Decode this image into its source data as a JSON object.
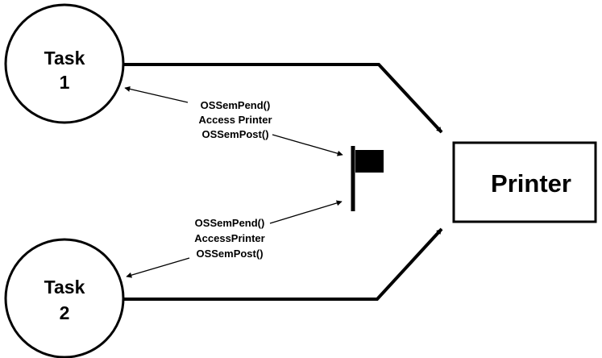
{
  "diagram": {
    "task1": {
      "line1": "Task",
      "line2": "1"
    },
    "task2": {
      "line1": "Task",
      "line2": "2"
    },
    "printer": {
      "label": "Printer"
    },
    "task1_ops": {
      "line1": "OSSemPend()",
      "line2": "Access Printer",
      "line3": "OSSemPost()"
    },
    "task2_ops": {
      "line1": "OSSemPend()",
      "line2": "AccessPrinter",
      "line3": "OSSemPost()"
    },
    "semaphore": {
      "icon": "flag-icon"
    }
  }
}
